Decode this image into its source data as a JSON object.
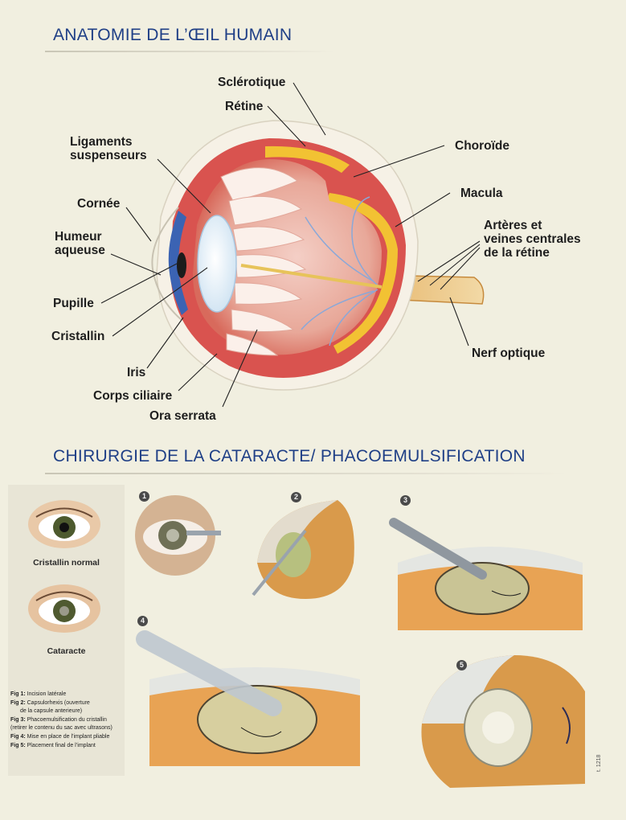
{
  "titles": {
    "anatomy": "ANATOMIE DE L’ŒIL HUMAIN",
    "surgery": "CHIRURGIE DE LA CATARACTE/ PHACOEMULSIFICATION"
  },
  "anatomy_labels": {
    "sclerotique": "Sclérotique",
    "retine": "Rétine",
    "choroide": "Choroïde",
    "macula": "Macula",
    "arteres": "Artères et\nveines centrales\nde la rétine",
    "nerf": "Nerf optique",
    "ligaments": "Ligaments\nsuspenseurs",
    "cornee": "Cornée",
    "humeur": "Humeur\naqueuse",
    "pupille": "Pupille",
    "cristallin": "Cristallin",
    "iris": "Iris",
    "corps_ciliaire": "Corps ciliaire",
    "ora_serrata": "Ora serrata"
  },
  "surgery": {
    "normal_caption": "Cristallin normal",
    "cataract_caption": "Cataracte",
    "figure_numbers": [
      "1",
      "2",
      "3",
      "4",
      "5"
    ],
    "legend": [
      {
        "fig": "Fig 1:",
        "text": "Incision latérale"
      },
      {
        "fig": "Fig 2:",
        "text": "Capsulorhexis (ouverture"
      },
      {
        "fig": "",
        "text": "de la capsule anterieure)"
      },
      {
        "fig": "Fig 3:",
        "text": "Phacoemulsification du cristallin"
      },
      {
        "fig": "",
        "text": "(retirer le contenu du sac avec ultrasons)"
      },
      {
        "fig": "Fig 4:",
        "text": "Mise en place de l’implant pliable"
      },
      {
        "fig": "Fig 5:",
        "text": "Placement final de l’implant"
      }
    ]
  },
  "reference": "t. 1218",
  "colors": {
    "title_blue": "#1f3f86",
    "background": "#f1efe0",
    "sclera_red": "#d9534f",
    "retina_yellow": "#f2c233",
    "iris_blue": "#3b63b3",
    "nerve_tan": "#ecc98d",
    "lens_orange": "#e7a24a"
  }
}
